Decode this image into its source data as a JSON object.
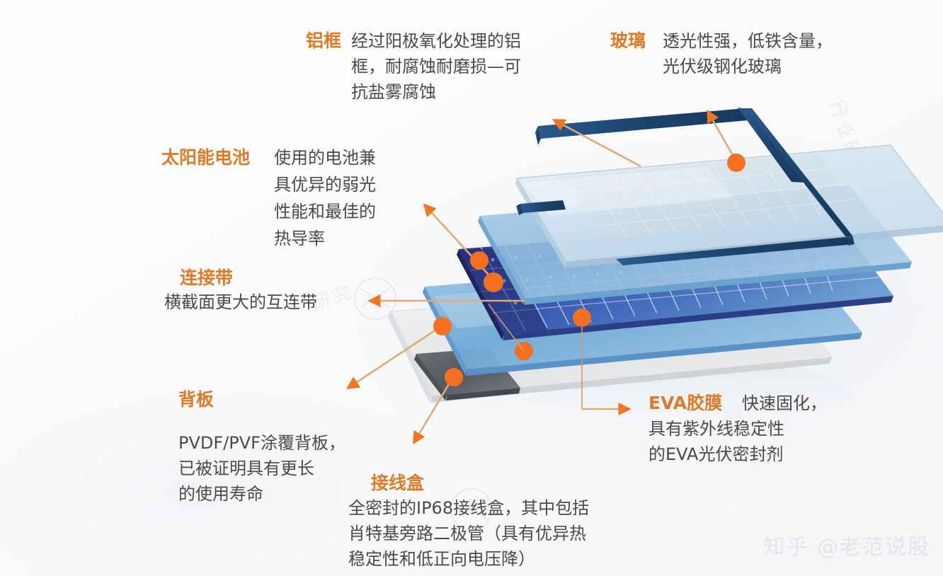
{
  "page": {
    "background_color": "#fdfdfd",
    "accent_color": "#dc7c28",
    "marker_color": "#f4701e",
    "leader_color": "#e0a978",
    "brand_text": "知乎 @老范说股"
  },
  "diagram": {
    "subject": "exploded view of a photovoltaic solar panel module",
    "layers": [
      {
        "name": "aluminum-frame",
        "color": "#1e4a78"
      },
      {
        "name": "tempered-glass",
        "color": "#cfe0ee"
      },
      {
        "name": "eva-film-top",
        "color": "#9dc5e4"
      },
      {
        "name": "solar-cells",
        "color": "#2d4fa2"
      },
      {
        "name": "eva-film-bottom",
        "color": "#7fb4dd"
      },
      {
        "name": "backsheet",
        "color": "#e9eaec"
      },
      {
        "name": "junction-box",
        "color": "#5b5e63"
      }
    ]
  },
  "callouts": {
    "frame": {
      "title": "铝框",
      "body": "经过阳极氧化处理的铝\n框，耐腐蚀耐磨损—可\n抗盐雾腐蚀"
    },
    "glass": {
      "title": "玻璃",
      "body": "透光性强，低铁含量，\n光伏级钢化玻璃"
    },
    "cell": {
      "title": "太阳能电池",
      "body": "使用的电池兼\n具优异的弱光\n性能和最佳的\n热导率"
    },
    "ribbon": {
      "title": "连接带",
      "body": "横截面更大的互连带"
    },
    "backsheet": {
      "title": "背板",
      "body": "PVDF/PVF涂覆背板，\n已被证明具有更长\n的使用寿命"
    },
    "junction_box": {
      "title": "接线盒",
      "body": "全密封的IP68接线盒，其中包括\n肖特基旁路二极管（具有优异热\n稳定性和低正向电压降）"
    },
    "eva": {
      "title": "EVA胶膜",
      "body": "快速固化，\n具有紫外线稳定性\n的EVA光伏密封剂"
    }
  }
}
